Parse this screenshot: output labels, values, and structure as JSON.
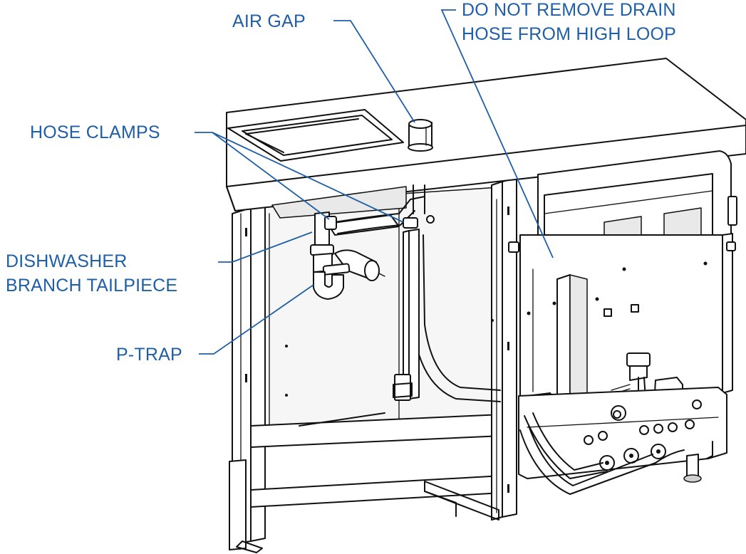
{
  "callouts": {
    "air_gap": "AIR GAP",
    "drain_hose_line1": "DO NOT REMOVE DRAIN",
    "drain_hose_line2": "HOSE FROM HIGH LOOP",
    "hose_clamps": "HOSE CLAMPS",
    "tailpiece_line1": "DISHWASHER",
    "tailpiece_line2": "BRANCH TAILPIECE",
    "p_trap": "P-TRAP"
  },
  "colors": {
    "callout_text": "#1f5fa8",
    "linework": "#111111",
    "background": "#ffffff"
  }
}
